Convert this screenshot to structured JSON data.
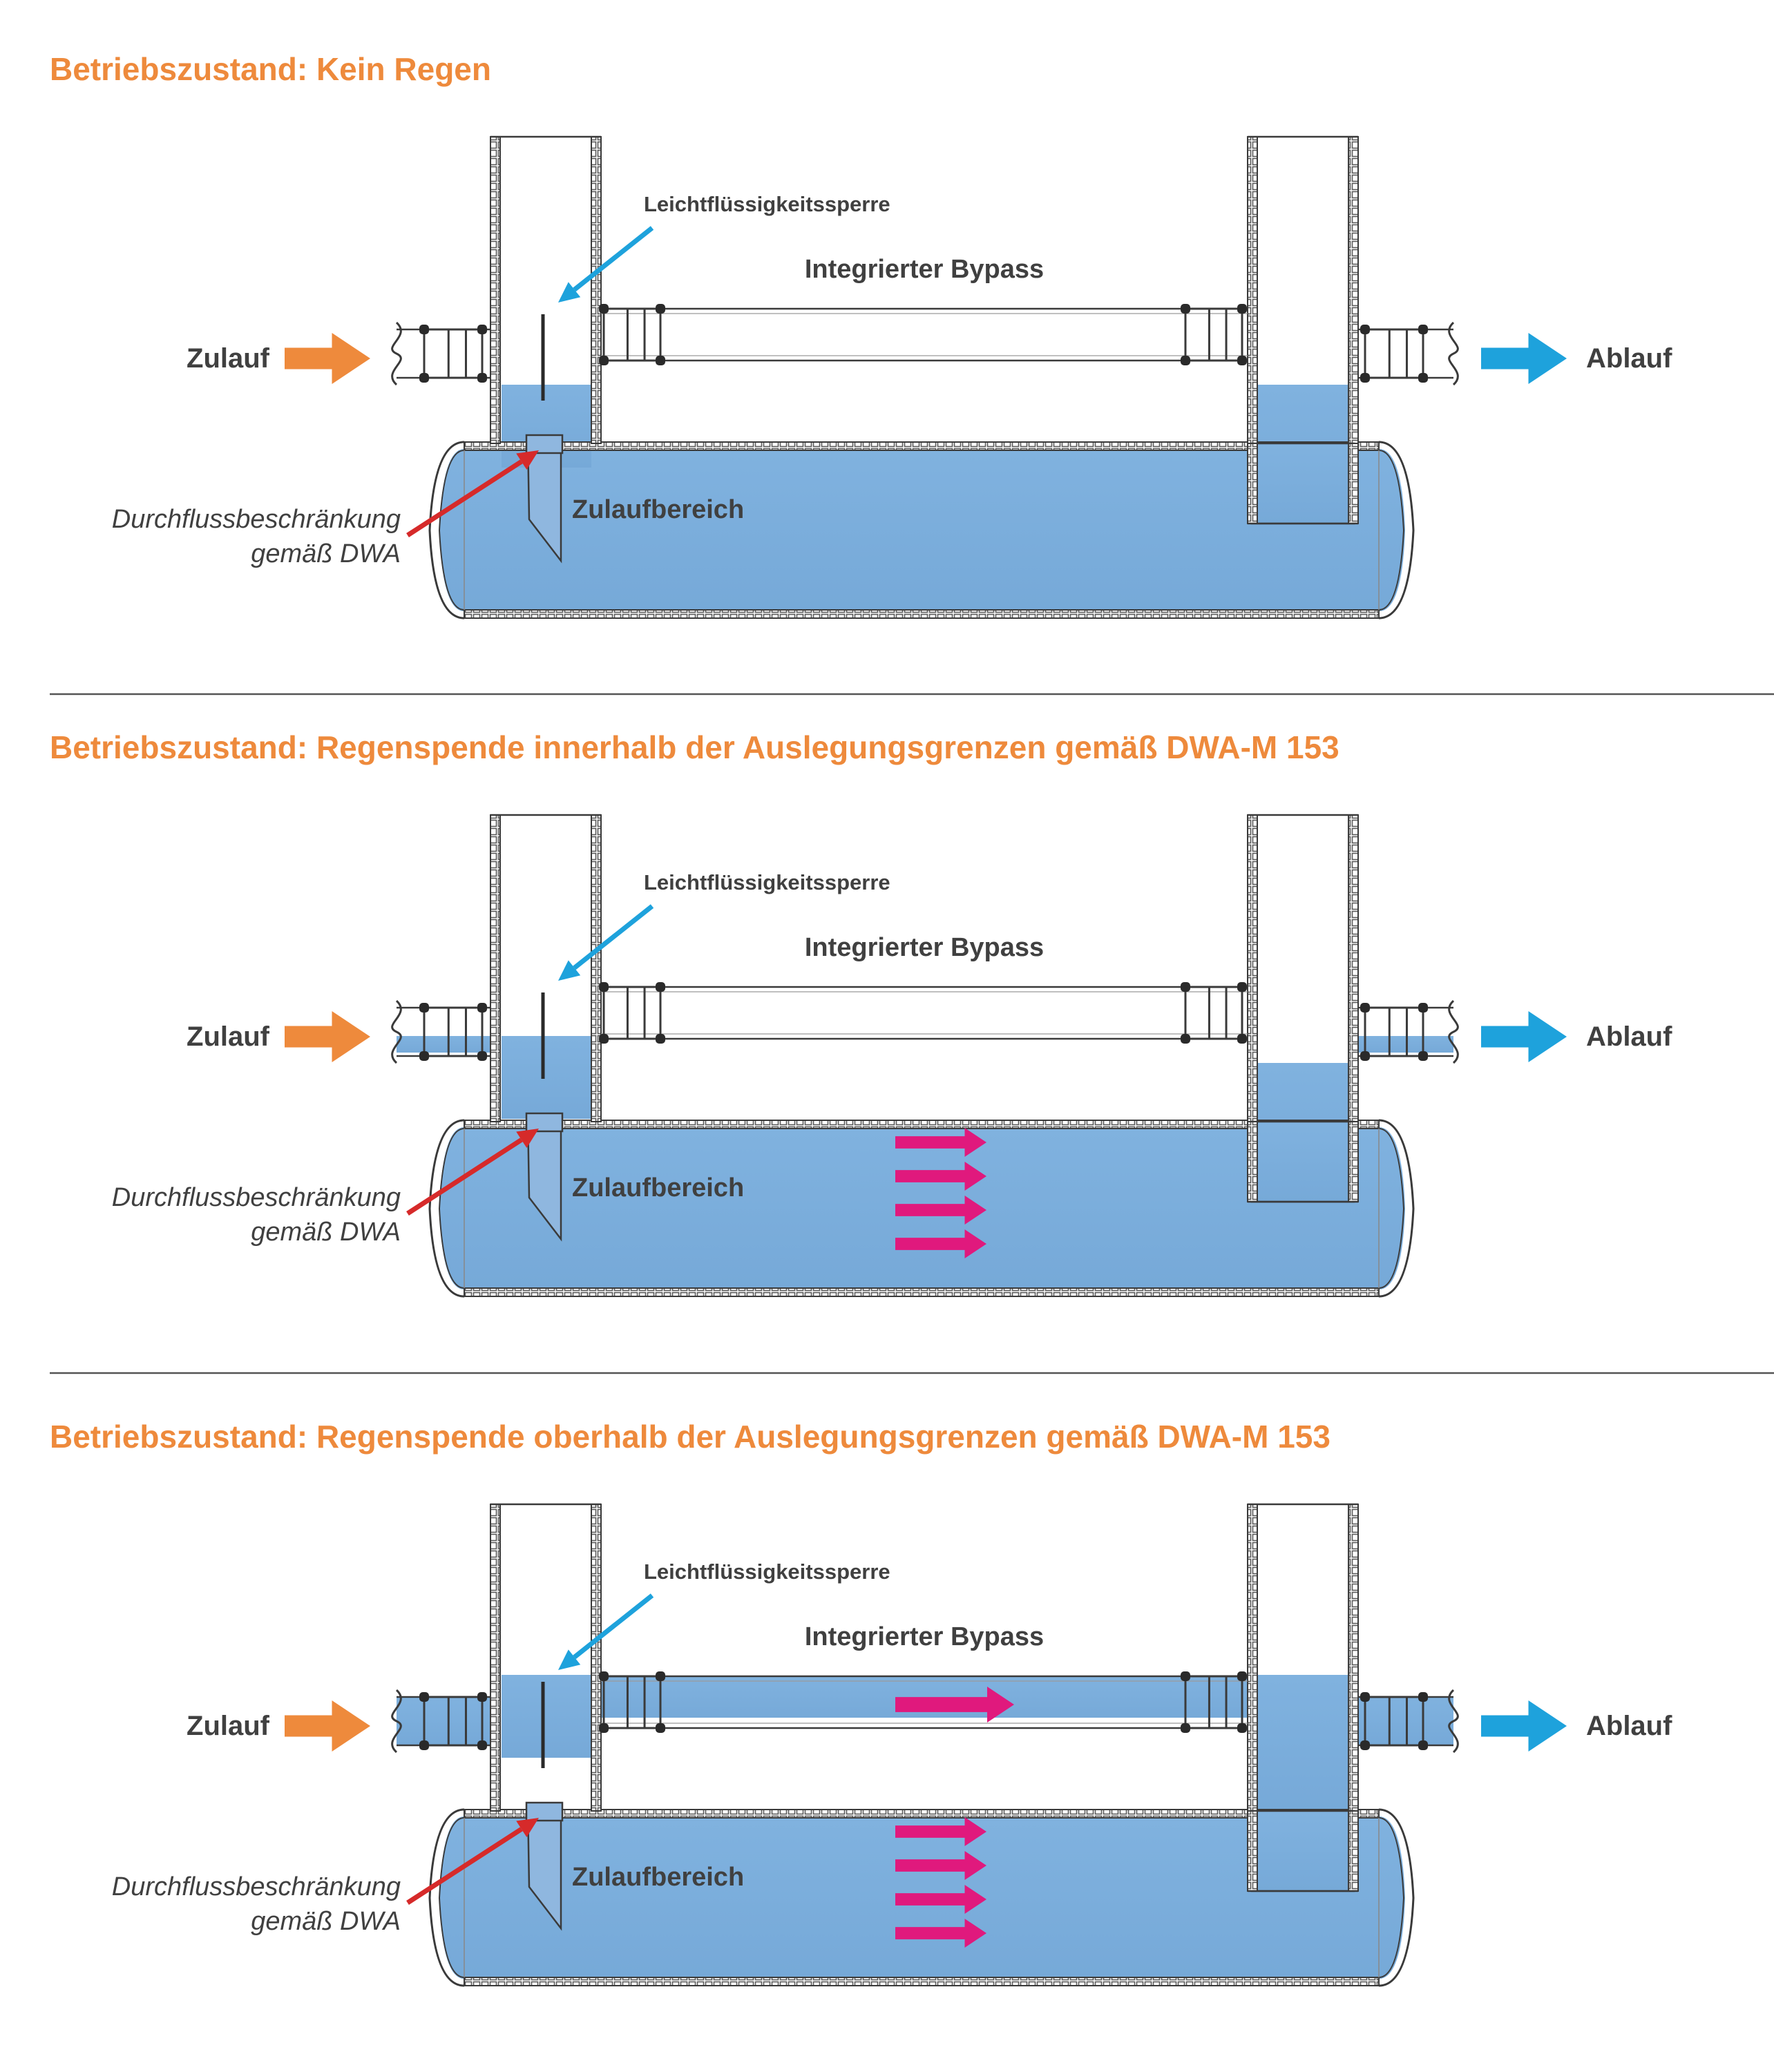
{
  "panels": [
    {
      "title": "Betriebszustand: Kein Regen",
      "state": "no-rain",
      "labels": {
        "inlet": "Zulauf",
        "outlet": "Ablauf",
        "separator": "Leichtflüssigkeitssperre",
        "bypass": "Integrierter Bypass",
        "inlet_zone": "Zulaufbereich",
        "restrictor_line1": "Durchflussbeschränkung",
        "restrictor_line2": "gemäß DWA"
      },
      "tank_flow_arrows": 0,
      "bypass_flow_arrows": 0,
      "bypass_filled": false
    },
    {
      "title": "Betriebszustand: Regenspende innerhalb der Auslegungsgrenzen gemäß DWA-M 153",
      "state": "rain-within-limits",
      "labels": {
        "inlet": "Zulauf",
        "outlet": "Ablauf",
        "separator": "Leichtflüssigkeitssperre",
        "bypass": "Integrierter Bypass",
        "inlet_zone": "Zulaufbereich",
        "restrictor_line1": "Durchflussbeschränkung",
        "restrictor_line2": "gemäß DWA"
      },
      "tank_flow_arrows": 4,
      "bypass_flow_arrows": 0,
      "bypass_filled": false
    },
    {
      "title": "Betriebszustand: Regenspende oberhalb der Auslegungsgrenzen gemäß DWA-M 153",
      "state": "rain-above-limits",
      "labels": {
        "inlet": "Zulauf",
        "outlet": "Ablauf",
        "separator": "Leichtflüssigkeitssperre",
        "bypass": "Integrierter Bypass",
        "inlet_zone": "Zulaufbereich",
        "restrictor_line1": "Durchflussbeschränkung",
        "restrictor_line2": "gemäß DWA"
      },
      "tank_flow_arrows": 4,
      "bypass_flow_arrows": 1,
      "bypass_filled": true
    }
  ],
  "colors": {
    "title": "#ee8a3c",
    "label": "#404040",
    "water": "#7eb0de",
    "inlet_arrow": "#ee8a3c",
    "outlet_arrow": "#1ea2dc",
    "separator_arrow": "#1ea2dc",
    "restrictor_arrow": "#d62a2a",
    "flow_arrow": "#e0197d",
    "outline": "#3a3a3a",
    "divider": "#555555"
  }
}
